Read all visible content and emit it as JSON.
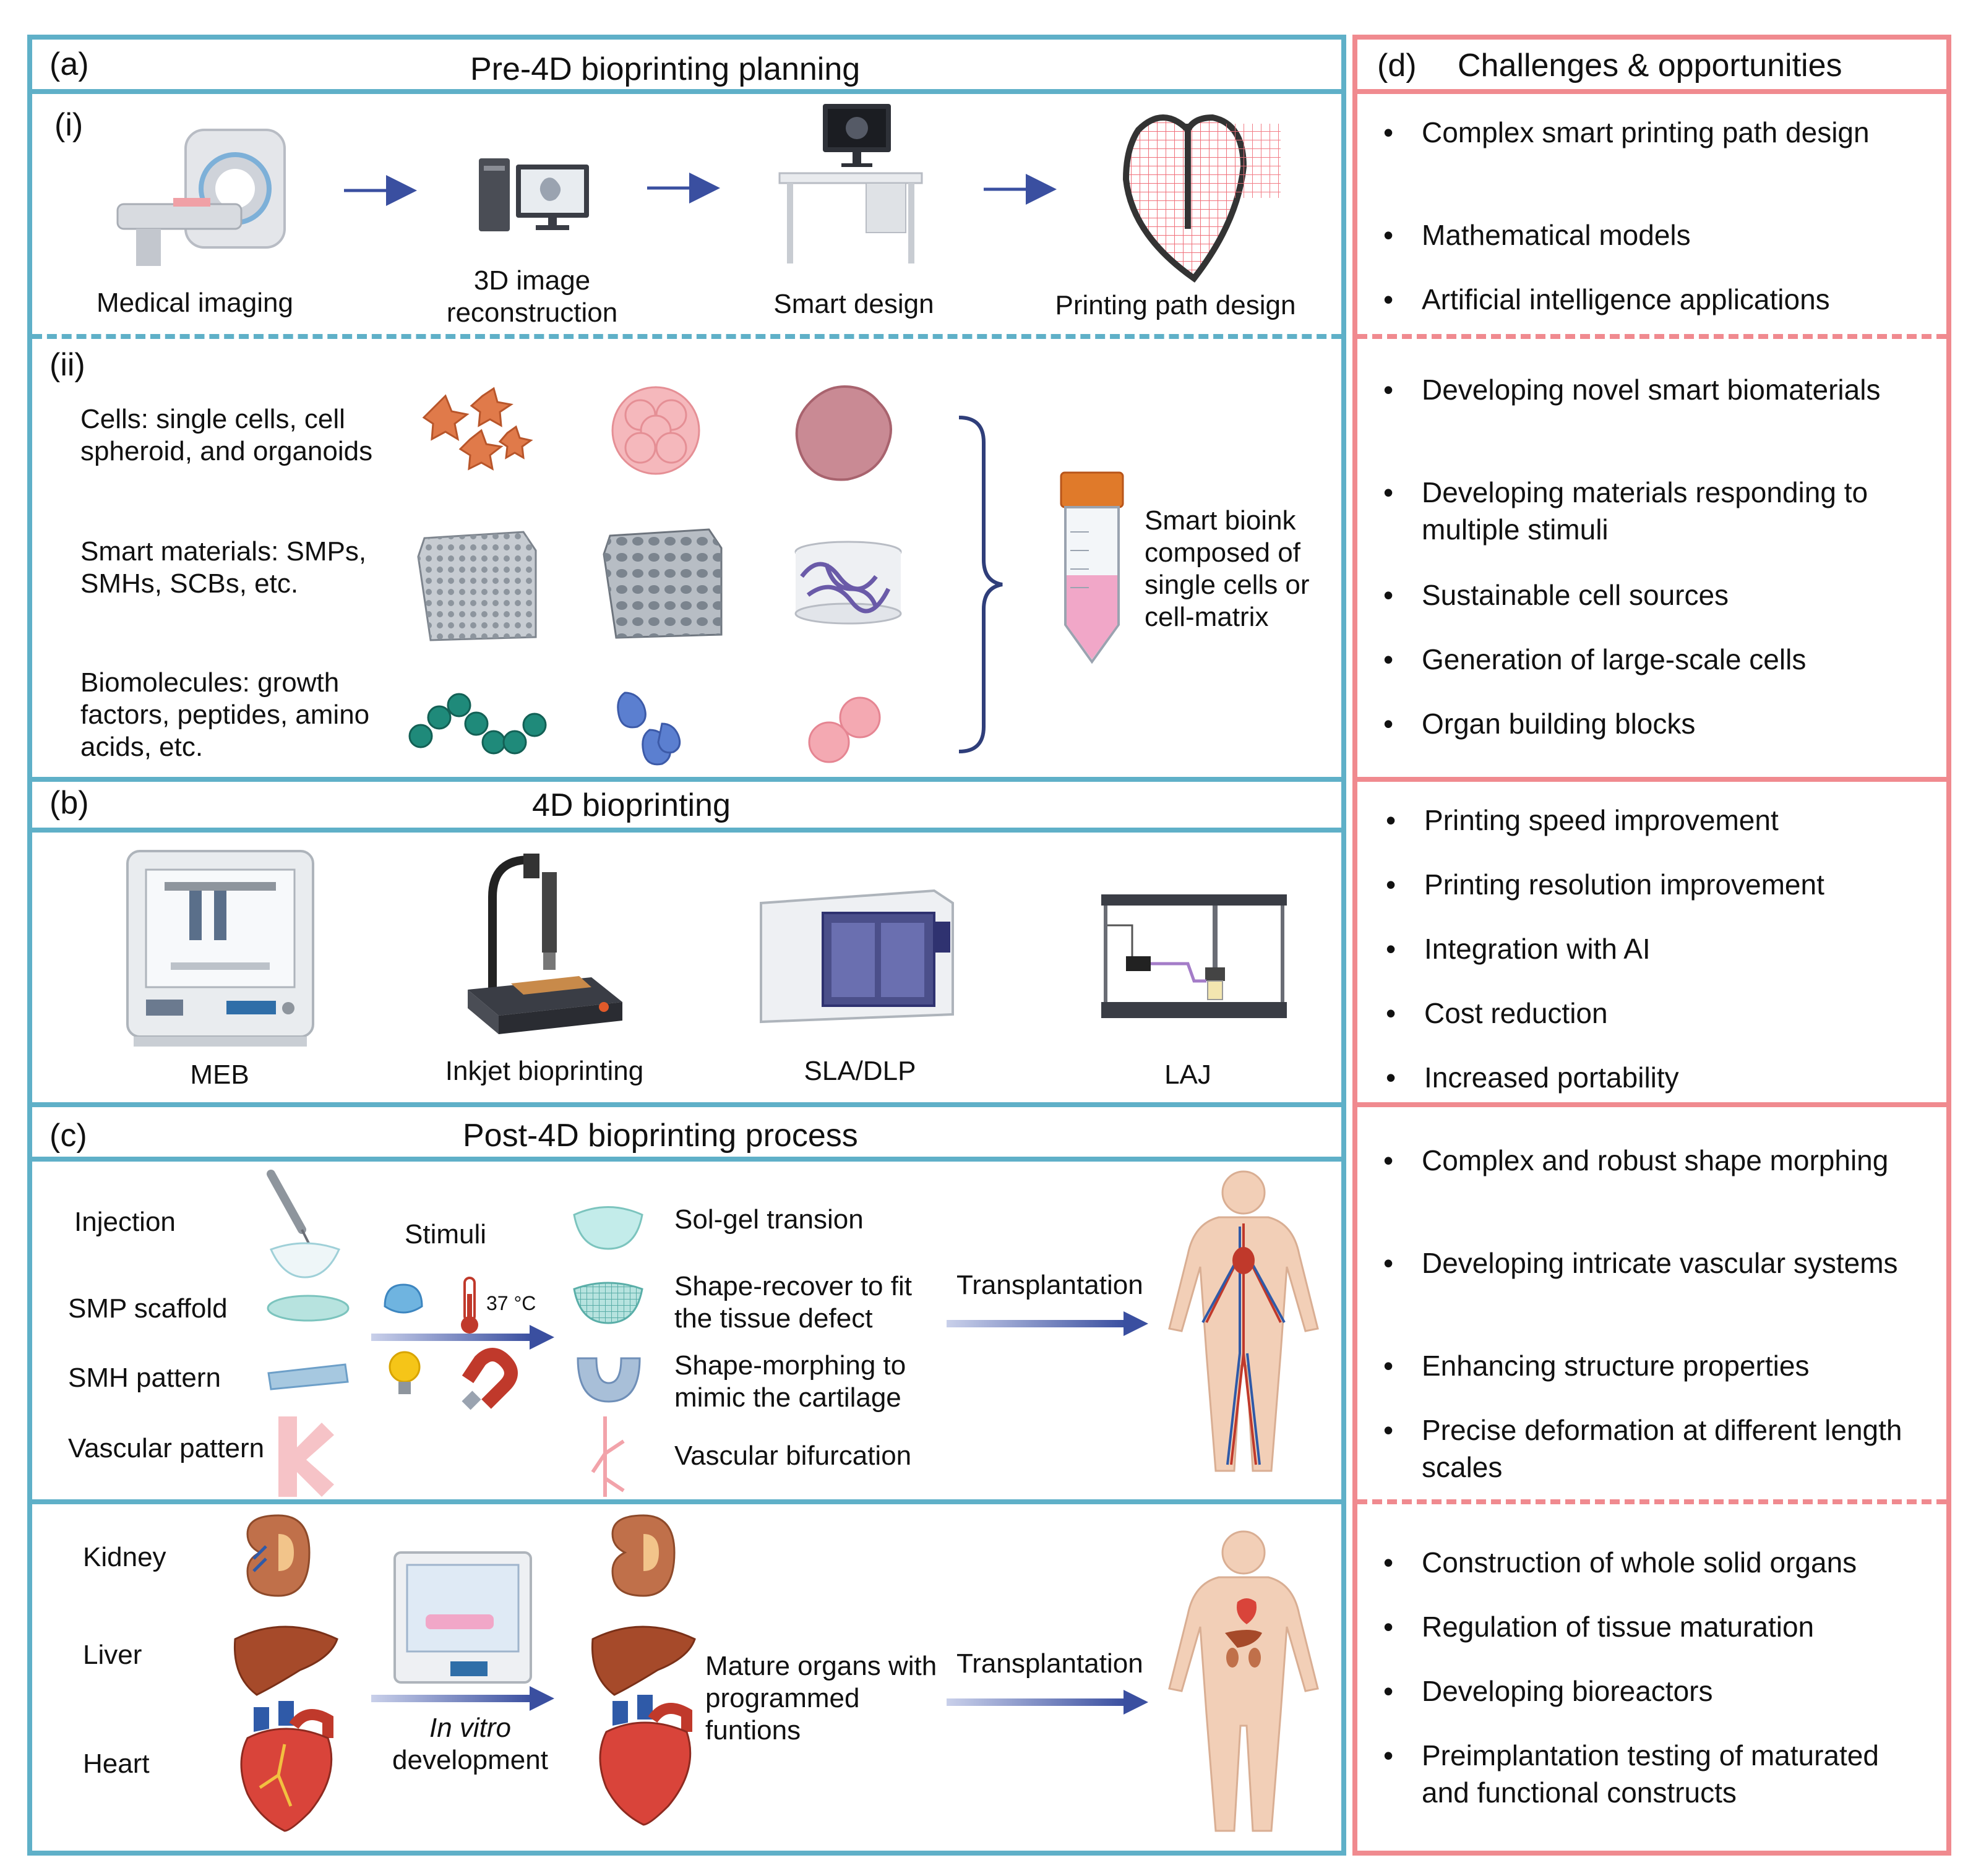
{
  "colors": {
    "panel_blue": "#5fb0c8",
    "panel_red": "#f08a8f",
    "arrow": "#3a4fa0"
  },
  "a": {
    "tag": "(a)",
    "title": "Pre-4D bioprinting planning",
    "i_tag": "(i)",
    "steps": [
      "Medical imaging",
      "3D image reconstruction",
      "Smart design",
      "Printing path design"
    ],
    "ii_tag": "(ii)",
    "rows": [
      "Cells: single cells, cell spheroid, and organoids",
      "Smart materials: SMPs, SMHs, SCBs, etc.",
      "Biomolecules: growth factors, peptides, amino acids, etc."
    ],
    "bioink": "Smart bioink composed of single cells or cell-matrix"
  },
  "b": {
    "tag": "(b)",
    "title": "4D bioprinting",
    "printers": [
      "MEB",
      "Inkjet bioprinting",
      "SLA/DLP",
      "LAJ"
    ]
  },
  "c": {
    "tag": "(c)",
    "title": "Post-4D bioprinting process",
    "left": [
      "Injection",
      "SMP scaffold",
      "SMH pattern",
      "Vascular pattern"
    ],
    "stimuli": "Stimuli",
    "temp": "37 °C",
    "results": [
      "Sol-gel transion",
      "Shape-recover to fit the tissue defect",
      "Shape-morphing to mimic the cartilage",
      "Vascular bifurcation"
    ],
    "transplant": "Transplantation",
    "organs": [
      "Kidney",
      "Liver",
      "Heart"
    ],
    "invitro_italic": "In vitro",
    "invitro_rest": "development",
    "mature": "Mature organs with programmed funtions",
    "transplant2": "Transplantation"
  },
  "d": {
    "tag": "(d)",
    "title": "Challenges & opportunities",
    "groups": [
      [
        "Complex smart printing path design",
        "Mathematical models",
        "Artificial intelligence applications"
      ],
      [
        "Developing novel smart biomaterials",
        "Developing materials responding to multiple stimuli",
        "Sustainable cell sources",
        "Generation of large-scale cells",
        "Organ building blocks"
      ],
      [
        "Printing speed improvement",
        "Printing resolution improvement",
        "Integration with AI",
        "Cost reduction",
        "Increased portability"
      ],
      [
        "Complex and robust shape morphing",
        "Developing intricate vascular systems",
        "Enhancing structure properties",
        "Precise deformation at different length scales"
      ],
      [
        "Construction of whole solid organs",
        "Regulation of tissue maturation",
        "Developing bioreactors",
        "Preimplantation testing of maturated and functional constructs"
      ]
    ]
  }
}
